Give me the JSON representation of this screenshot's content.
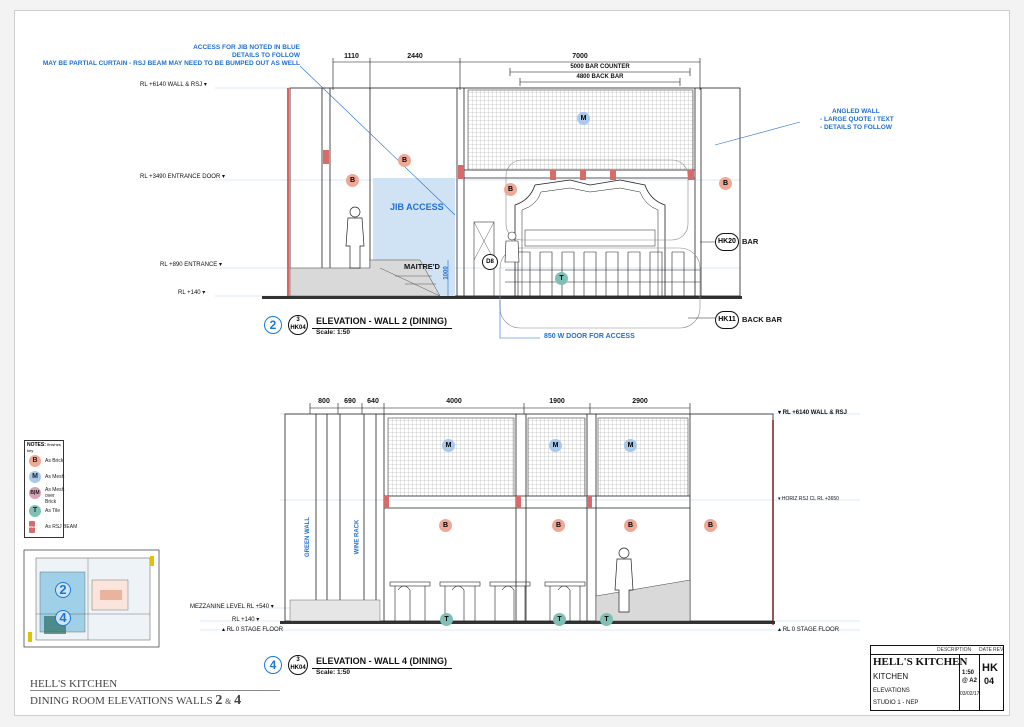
{
  "palette": {
    "brick": "#f0a896",
    "mesh": "#a8c8ec",
    "tile": "#7fbfb6",
    "rsj": "#d96a6a",
    "blue": "#1f6fd1",
    "jib": "#cfe3f5"
  },
  "wall2": {
    "dims_top": [
      "1110",
      "2440",
      "7000"
    ],
    "bar_counter": "5000 BAR COUNTER",
    "back_bar": "4800 BACK BAR",
    "note_jib": [
      "ACCESS FOR JIB NOTED IN BLUE",
      "DETAILS TO FOLLOW",
      "MAY BE PARTIAL CURTAIN - RSJ BEAM MAY NEED TO BE BUMPED OUT AS WELL"
    ],
    "note_angled": [
      "ANGLED WALL",
      "- LARGE QUOTE / TEXT",
      "- DETAILS TO FOLLOW"
    ],
    "levels": [
      "RL +6140 WALL & RSJ",
      "RL +3490 ENTRANCE DOOR",
      "RL +890 ENTRANCE",
      "RL +140"
    ],
    "jib_label": "JIB ACCESS",
    "maitred": "MAITRE'D",
    "dim_1000": "1000",
    "door_tag": "D8",
    "bar_ref": "HK20",
    "bar_label": "BAR",
    "backbar_ref": "HK11",
    "backbar_label": "BACK BAR",
    "door_note": "850 W DOOR FOR ACCESS",
    "rsj_tag": "RSJ",
    "title": "ELEVATION - WALL 2 (DINING)",
    "scale": "Scale: 1:50",
    "number": "2",
    "ref_num": "3",
    "ref_sheet": "HK04",
    "markers": {
      "B": "B",
      "M": "M",
      "T": "T"
    }
  },
  "wall4": {
    "dims_top": [
      "800",
      "690",
      "640",
      "4000",
      "1900",
      "2900"
    ],
    "levels_right": [
      "RL +6140 WALL & RSJ",
      "HORIZ RSJ CL RL +3650",
      "RL 0 STAGE FLOOR"
    ],
    "levels_left": [
      "MEZZANINE LEVEL RL +540",
      "RL +140",
      "RL 0 STAGE FLOOR"
    ],
    "green_wall": "GREEN WALL",
    "wine_rack": "WINE RACK",
    "title": "ELEVATION - WALL 4 (DINING)",
    "scale": "Scale: 1:50",
    "number": "4",
    "ref_num": "3",
    "ref_sheet": "HK04"
  },
  "legend": {
    "heading": "NOTES:",
    "heading_sub": "finishes key",
    "items": [
      {
        "code": "B",
        "label": "As Brick"
      },
      {
        "code": "M",
        "label": "As Mesh"
      },
      {
        "code": "B|M",
        "label": "As Mesh over Brick"
      },
      {
        "code": "T",
        "label": "As Tile"
      },
      {
        "code": "RSJ",
        "label": "As RSJ BEAM"
      }
    ]
  },
  "keyplan": {
    "marker_2": "2",
    "marker_4": "4"
  },
  "footer": {
    "project": "HELL'S KITCHEN",
    "subtitle": "DINING ROOM ELEVATIONS  WALLS",
    "walls_a": "2",
    "amp": "&",
    "walls_b": "4"
  },
  "titleblock": {
    "description": "DESCRIPTION",
    "date": "DATE",
    "rev": "REV",
    "brand": "HELL'S KITCHEN",
    "area": "KITCHEN",
    "sheet_title": "ELEVATIONS",
    "scale": "1:50",
    "at": "@ A2",
    "date_value": "03/02/17",
    "studio": "STUDIO 1 - NEP",
    "drawing_no_top": "HK",
    "drawing_no_bottom": "04"
  }
}
